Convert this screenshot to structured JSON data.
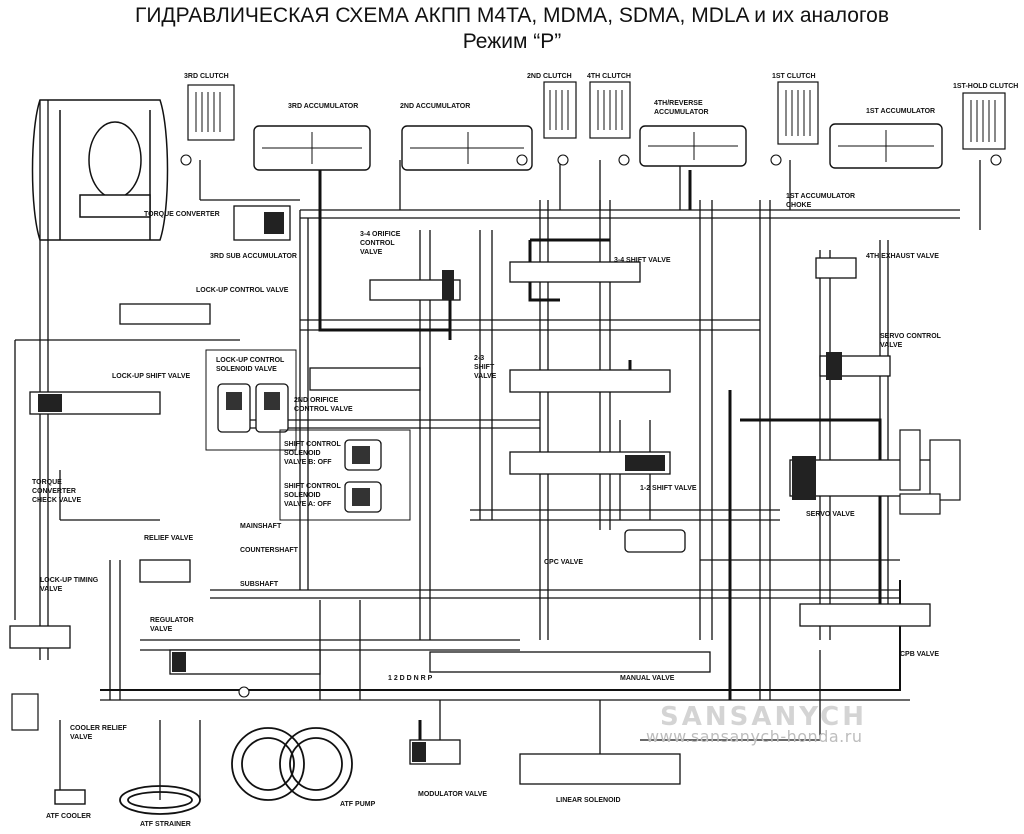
{
  "header": {
    "title": "ГИДРАВЛИЧЕСКАЯ СХЕМА АКПП M4TA, MDMA, SDMA, MDLA и их аналогов",
    "subtitle": "Режим “P”"
  },
  "labels": {
    "clutch3": "3RD CLUTCH",
    "clutch2": "2ND CLUTCH",
    "clutch4": "4TH CLUTCH",
    "clutch1": "1ST CLUTCH",
    "clutch1hold": "1ST-HOLD CLUTCH",
    "acc3": "3RD ACCUMULATOR",
    "acc2": "2ND ACCUMULATOR",
    "acc4rev_1": "4TH/REVERSE",
    "acc4rev_2": "ACCUMULATOR",
    "acc1": "1ST ACCUMULATOR",
    "acc1choke_1": "1ST ACCUMULATOR",
    "acc1choke_2": "CHOKE",
    "torque": "TORQUE CONVERTER",
    "subacc3": "3RD SUB ACCUMULATOR",
    "orifice34_1": "3-4 ORIFICE",
    "orifice34_2": "CONTROL",
    "orifice34_3": "VALVE",
    "shift34": "3-4 SHIFT VALVE",
    "exhaust4": "4TH EXHAUST VALVE",
    "lockup_ctrl": "LOCK-UP CONTROL VALVE",
    "lockup_shift": "LOCK-UP SHIFT VALVE",
    "lockup_sol_1": "LOCK-UP CONTROL",
    "lockup_sol_2": "SOLENOID VALVE",
    "orifice2_1": "2ND ORIFICE",
    "orifice2_2": "CONTROL VALVE",
    "shift23_1": "2-3",
    "shift23_2": "SHIFT",
    "shift23_3": "VALVE",
    "servo_ctrl_1": "SERVO CONTROL",
    "servo_ctrl_2": "VALVE",
    "solB_1": "SHIFT CONTROL",
    "solB_2": "SOLENOID",
    "solB_3": "VALVE B: OFF",
    "solA_1": "SHIFT CONTROL",
    "solA_2": "SOLENOID",
    "solA_3": "VALVE A: OFF",
    "shift12": "1-2 SHIFT VALVE",
    "servo": "SERVO VALVE",
    "tc_check_1": "TORQUE",
    "tc_check_2": "CONVERTER",
    "tc_check_3": "CHECK VALVE",
    "relief": "RELIEF VALVE",
    "mainshaft": "MAINSHAFT",
    "countershaft": "COUNTERSHAFT",
    "subshaft": "SUBSHAFT",
    "cpc": "CPC VALVE",
    "lockup_timing_1": "LOCK-UP TIMING",
    "lockup_timing_2": "VALVE",
    "regulator_1": "REGULATOR",
    "regulator_2": "VALVE",
    "cps": "CPB VALVE",
    "manual": "MANUAL VALVE",
    "gear_positions": "1 2 D D N R  P",
    "cooler_relief_1": "COOLER RELIEF",
    "cooler_relief_2": "VALVE",
    "atf_cooler": "ATF COOLER",
    "atf_pump": "ATF PUMP",
    "atf_strainer": "ATF STRAINER",
    "modulator": "MODULATOR VALVE",
    "linear_sol": "LINEAR SOLENOID"
  },
  "watermark": {
    "logo": "SANSANYCH",
    "url": "www.sansanych-honda.ru"
  }
}
